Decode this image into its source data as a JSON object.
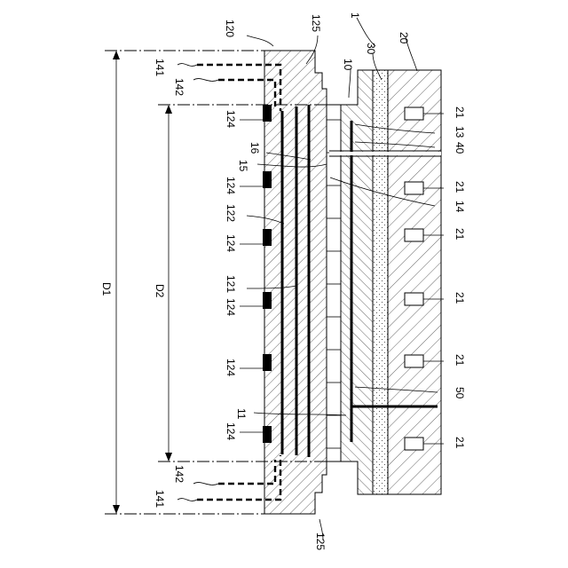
{
  "figure": {
    "labels": {
      "dev": "1",
      "base": "20",
      "plate": "10",
      "adh": "30",
      "elec": "11",
      "head": "120",
      "dielectric": "121",
      "conductor": "122",
      "rf": "124",
      "step_top": "125",
      "step_bot": "125",
      "wire_a": "13",
      "wire_b": "14",
      "via": "15",
      "via2": "16",
      "heat": "50",
      "hole": "40",
      "cool": "21",
      "path_out_top": "141",
      "path_in_top": "142",
      "path_in_bot": "142",
      "path_out_bot": "141",
      "D1": "D1",
      "D2": "D2"
    },
    "cooling_channel_count": 6,
    "rf_pad_count": 6,
    "pin_count": 11
  }
}
